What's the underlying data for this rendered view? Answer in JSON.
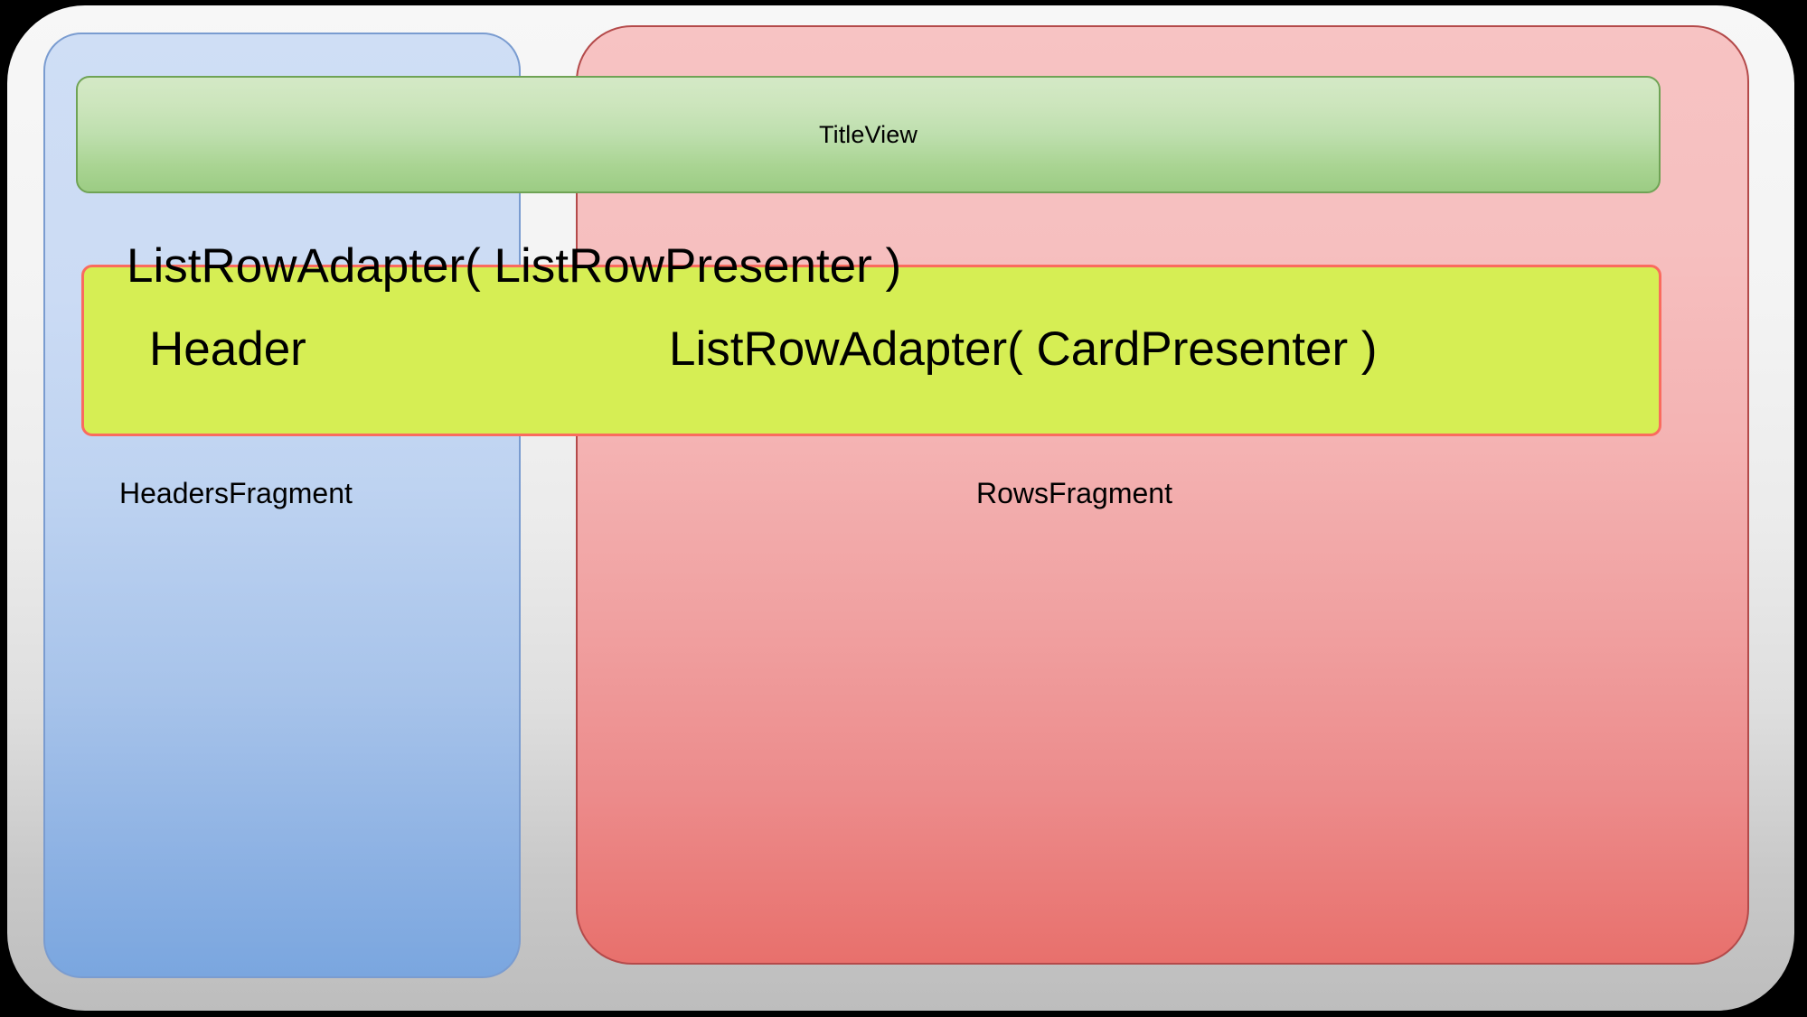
{
  "diagram": {
    "title": "Android Leanback BrowseFragment structure",
    "colors": {
      "shell_background_top": "#f7f7f7",
      "shell_background_bottom": "#bdbdbd",
      "headers_panel_fill_top": "#cfdef5",
      "headers_panel_fill_bottom": "#7aa6df",
      "headers_panel_border": "#7a9cd0",
      "rows_panel_fill_top": "#f7c3c3",
      "rows_panel_fill_bottom": "#e8706c",
      "rows_panel_border": "#b44a4a",
      "titleview_fill_top": "#d4e9c6",
      "titleview_fill_bottom": "#9ccc84",
      "titleview_border": "#6fa355",
      "row_block_fill": "#d6ee54",
      "row_block_border": "#fa6b5e",
      "text": "#000000"
    }
  },
  "shell": {
    "name": "outer-container"
  },
  "headers_panel": {
    "label": "HeadersFragment"
  },
  "rows_panel": {
    "label": "RowsFragment"
  },
  "titleview": {
    "label": "TitleView"
  },
  "row_block": {
    "adapter_label": "ListRowAdapter( ListRowPresenter )",
    "header_label": "Header",
    "card_adapter_label": "ListRowAdapter( CardPresenter )"
  }
}
